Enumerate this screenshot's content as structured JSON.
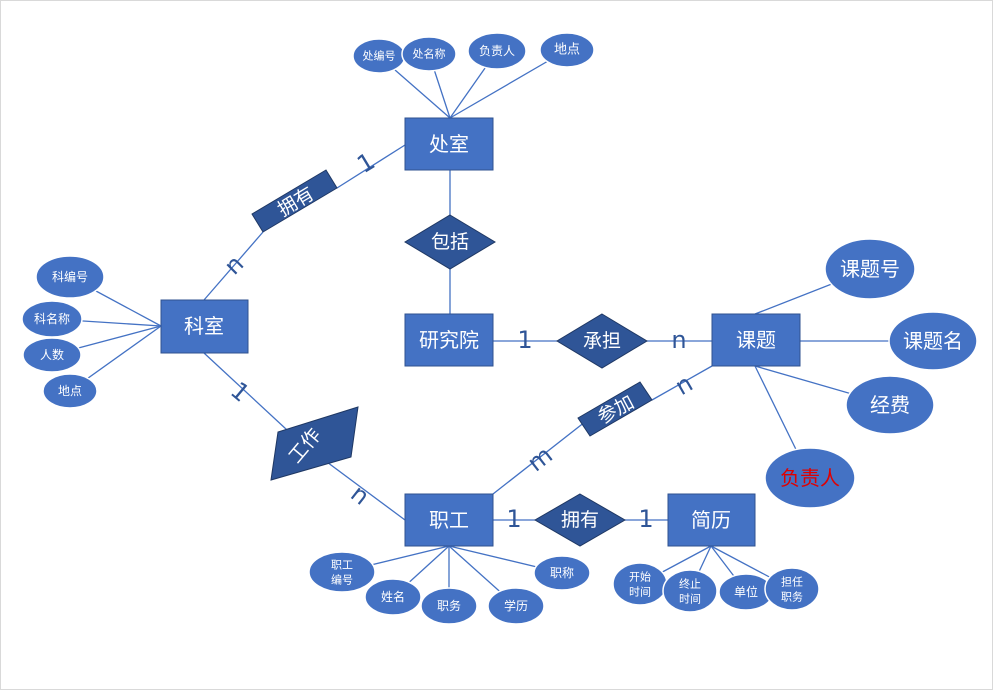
{
  "colors": {
    "entity": "#4472c4",
    "relationship": "#2f5597",
    "attribute": "#4472c4",
    "line": "#4472c4",
    "cardinality": "#2f5597",
    "highlight_text": "#e00000"
  },
  "entities": {
    "chushi": "处室",
    "keshi": "科室",
    "yanjiuyuan": "研究院",
    "keti": "课题",
    "zhigong": "职工",
    "jianli": "简历"
  },
  "relationships": {
    "yongyou_top": "拥有",
    "baokuo": "包括",
    "chengdan": "承担",
    "canjia": "参加",
    "gongzuo": "工作",
    "yongyou_bottom": "拥有"
  },
  "attributes": {
    "chushi": [
      "处编号",
      "处名称",
      "负责人",
      "地点"
    ],
    "keshi": [
      "科编号",
      "科名称",
      "人数",
      "地点"
    ],
    "keti": [
      "课题号",
      "课题名",
      "经费",
      "负责人"
    ],
    "zhigong": [
      "职工\n编号",
      "姓名",
      "职务",
      "学历",
      "职称"
    ],
    "jianli": [
      "开始\n时间",
      "终止\n时间",
      "单位",
      "担任\n职务"
    ]
  },
  "cardinalities": {
    "chushi_yongyou": "1",
    "keshi_yongyou": "n",
    "yanjiuyuan_chengdan": "1",
    "keti_chengdan": "n",
    "keshi_gongzuo": "1",
    "zhigong_gongzuo": "n",
    "zhigong_canjia": "m",
    "keti_canjia": "n",
    "zhigong_yongyou": "1",
    "jianli_yongyou": "1"
  }
}
